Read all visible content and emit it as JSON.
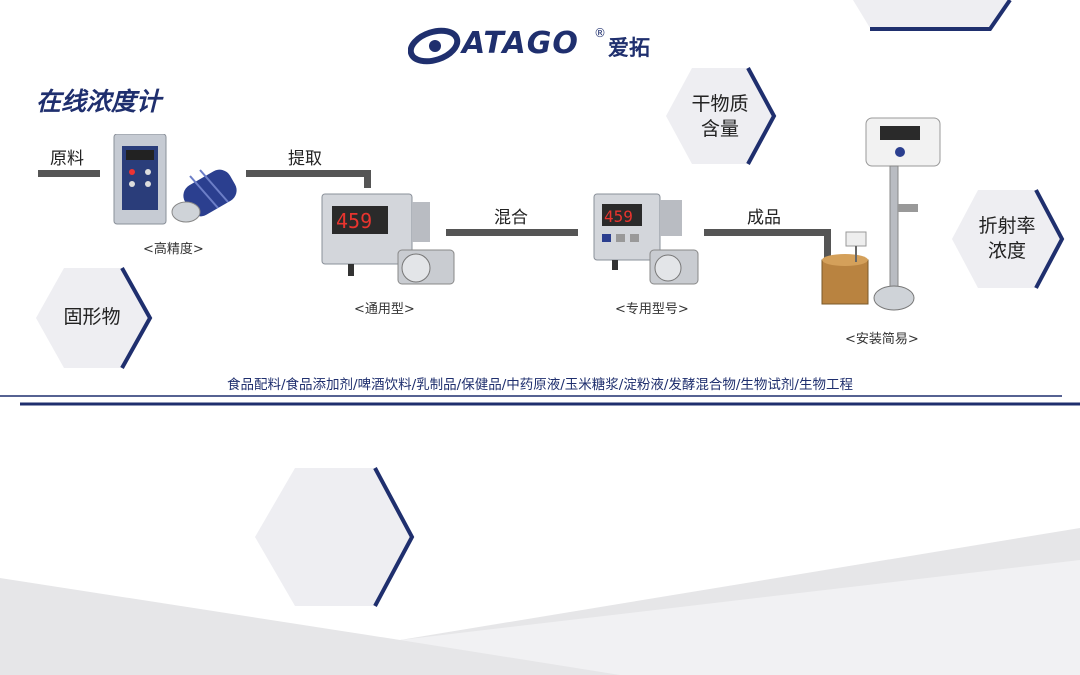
{
  "brand": {
    "logo_text": "ATAGO",
    "registered": "®",
    "cn_name": "爱拓"
  },
  "title": "在线浓度计",
  "flow_labels": {
    "raw_material": "原料",
    "extraction": "提取",
    "mixing": "混合",
    "finished_product": "成品"
  },
  "device_captions": {
    "high_precision": "<高精度>",
    "general_type": "<通用型>",
    "dedicated_type": "<专用型号>",
    "easy_install": "<安装简易>"
  },
  "hex_labels": {
    "dry_matter_line1": "干物质",
    "dry_matter_line2": "含量",
    "refractive_line1": "折射率",
    "refractive_line2": "浓度",
    "solids": "固形物"
  },
  "display_values": {
    "general": "459",
    "dedicated": "459"
  },
  "applications": "食品配料/食品添加剂/啤酒饮料/乳制品/保健品/中药原液/玉米糖浆/淀粉液/发酵混合物/生物试剂/生物工程",
  "colors": {
    "navy": "#1f2f6e",
    "hex_fill": "#eeeef2",
    "flow_line": "#555555",
    "gray_bg": "#e4e4e6"
  }
}
